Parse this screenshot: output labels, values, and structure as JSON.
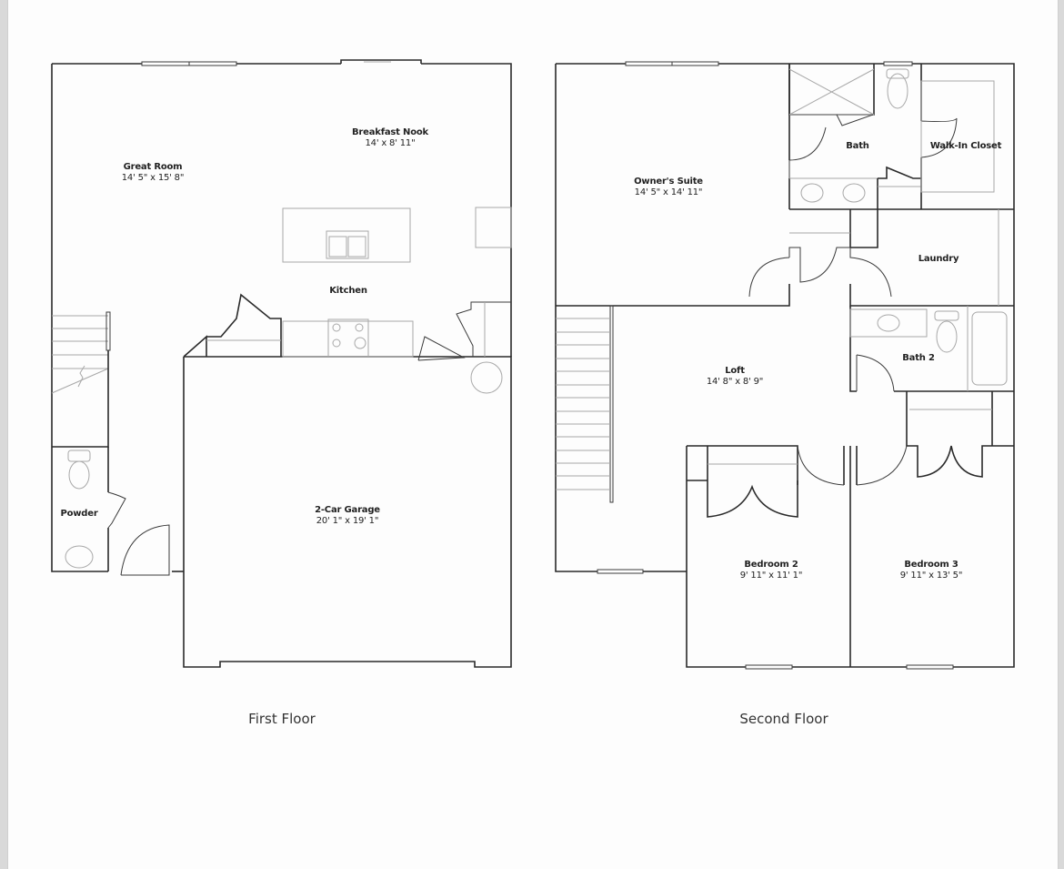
{
  "floors": [
    {
      "title": "First Floor",
      "rooms": [
        {
          "name": "Great Room",
          "dims": "14' 5\" x 15' 8\""
        },
        {
          "name": "Breakfast Nook",
          "dims": "14' x 8' 11\""
        },
        {
          "name": "Kitchen",
          "dims": ""
        },
        {
          "name": "Powder",
          "dims": ""
        },
        {
          "name": "2-Car Garage",
          "dims": "20' 1\" x 19' 1\""
        }
      ]
    },
    {
      "title": "Second Floor",
      "rooms": [
        {
          "name": "Owner's Suite",
          "dims": "14' 5\" x 14' 11\""
        },
        {
          "name": "Bath",
          "dims": ""
        },
        {
          "name": "Walk-In Closet",
          "dims": ""
        },
        {
          "name": "Laundry",
          "dims": ""
        },
        {
          "name": "Loft",
          "dims": "14' 8\" x 8' 9\""
        },
        {
          "name": "Bath 2",
          "dims": ""
        },
        {
          "name": "Bedroom 2",
          "dims": "9' 11\" x 11' 1\""
        },
        {
          "name": "Bedroom 3",
          "dims": "9' 11\" x 13' 5\""
        }
      ]
    }
  ],
  "colors": {
    "wall": "#2a2a2a",
    "fixture": "#a8a8a8",
    "page": "#fdfdfd",
    "frame": "#d9d9d9"
  }
}
